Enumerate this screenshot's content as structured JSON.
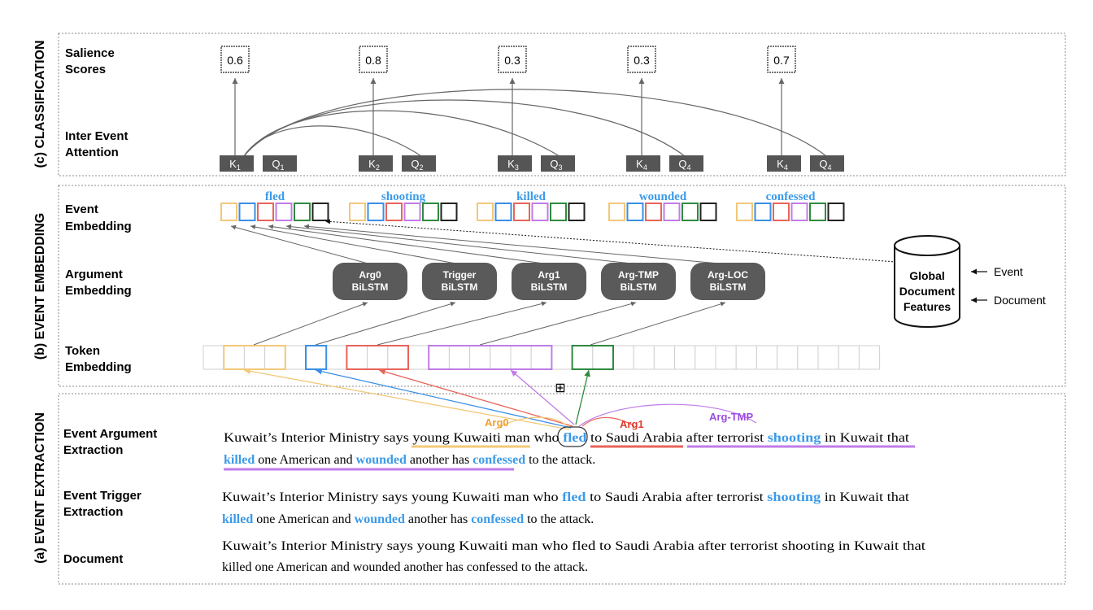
{
  "panels": {
    "classification": "(c) CLASSIFICATION",
    "embedding": "(b) EVENT EMBEDDING",
    "extraction": "(a) EVENT EXTRACTION"
  },
  "row_labels": {
    "salience": [
      "Salience",
      "Scores"
    ],
    "attention": [
      "Inter Event",
      "Attention"
    ],
    "event_embedding": [
      "Event",
      "Embedding"
    ],
    "argument_embedding": [
      "Argument",
      "Embedding"
    ],
    "token_embedding": [
      "Token",
      "Embedding"
    ],
    "arg_extraction": [
      "Event Argument",
      "Extraction"
    ],
    "trigger_extraction": [
      "Event Trigger",
      "Extraction"
    ],
    "document": "Document"
  },
  "salience_scores": [
    "0.6",
    "0.8",
    "0.3",
    "0.3",
    "0.7"
  ],
  "attention_keys": [
    {
      "k": "K",
      "ksub": "1",
      "q": "Q",
      "qsub": "1"
    },
    {
      "k": "K",
      "ksub": "2",
      "q": "Q",
      "qsub": "2"
    },
    {
      "k": "K",
      "ksub": "3",
      "q": "Q",
      "qsub": "3"
    },
    {
      "k": "K",
      "ksub": "4",
      "q": "Q",
      "qsub": "4"
    },
    {
      "k": "K",
      "ksub": "4",
      "q": "Q",
      "qsub": "4"
    }
  ],
  "events": [
    "fled",
    "shooting",
    "killed",
    "wounded",
    "confessed"
  ],
  "bilstm": [
    [
      "Arg0",
      "BiLSTM"
    ],
    [
      "Trigger",
      "BiLSTM"
    ],
    [
      "Arg1",
      "BiLSTM"
    ],
    [
      "Arg-TMP",
      "BiLSTM"
    ],
    [
      "Arg-LOC",
      "BiLSTM"
    ]
  ],
  "global_features": {
    "label": [
      "Global",
      "Document",
      "Features"
    ],
    "inputs": [
      "Event",
      "Document"
    ]
  },
  "arg_tags": [
    "Arg0",
    "Arg1",
    "Arg-TMP"
  ],
  "concat_symbol": "⊞",
  "sentence": {
    "p1": "Kuwait’s Interior Ministry says ",
    "arg0": "young Kuwaiti man",
    "p2": " who ",
    "trigger_fled": "fled",
    "p3": " to ",
    "arg1": "Saudi Arabia",
    "p4": " ",
    "tmp1": "after terrorist ",
    "trigger_shooting": "shooting",
    "tmp2": " in Kuwait that",
    "trigger_killed": "killed",
    "p5": " one American and ",
    "trigger_wounded": "wounded",
    "p6": " another has ",
    "trigger_confessed": "confessed",
    "p7": " to the attack.",
    "trigger_line1": "Kuwait’s Interior Ministry says young Kuwaiti man who ",
    "trigger_line1b": " to Saudi Arabia after terrorist ",
    "trigger_line1c": " in Kuwait that",
    "doc_line1": "Kuwait’s Interior Ministry says young Kuwaiti man who fled to Saudi Arabia after terrorist shooting in Kuwait that",
    "doc_line2": "killed one American and wounded another has confessed to the attack."
  },
  "colors": {
    "arg0": "#f2c879",
    "trigger": "#3b8fe6",
    "arg1": "#e8645a",
    "tmp": "#c07ce8",
    "loc": "#2f8a3f",
    "black": "#222222",
    "event_text": "#3b9ae8",
    "arg0_text": "#f0a030",
    "arg1_text": "#e03a2e",
    "tmp_text": "#9b4de0",
    "bilstm_fill": "#5a5a5a",
    "key_fill": "#555555"
  }
}
